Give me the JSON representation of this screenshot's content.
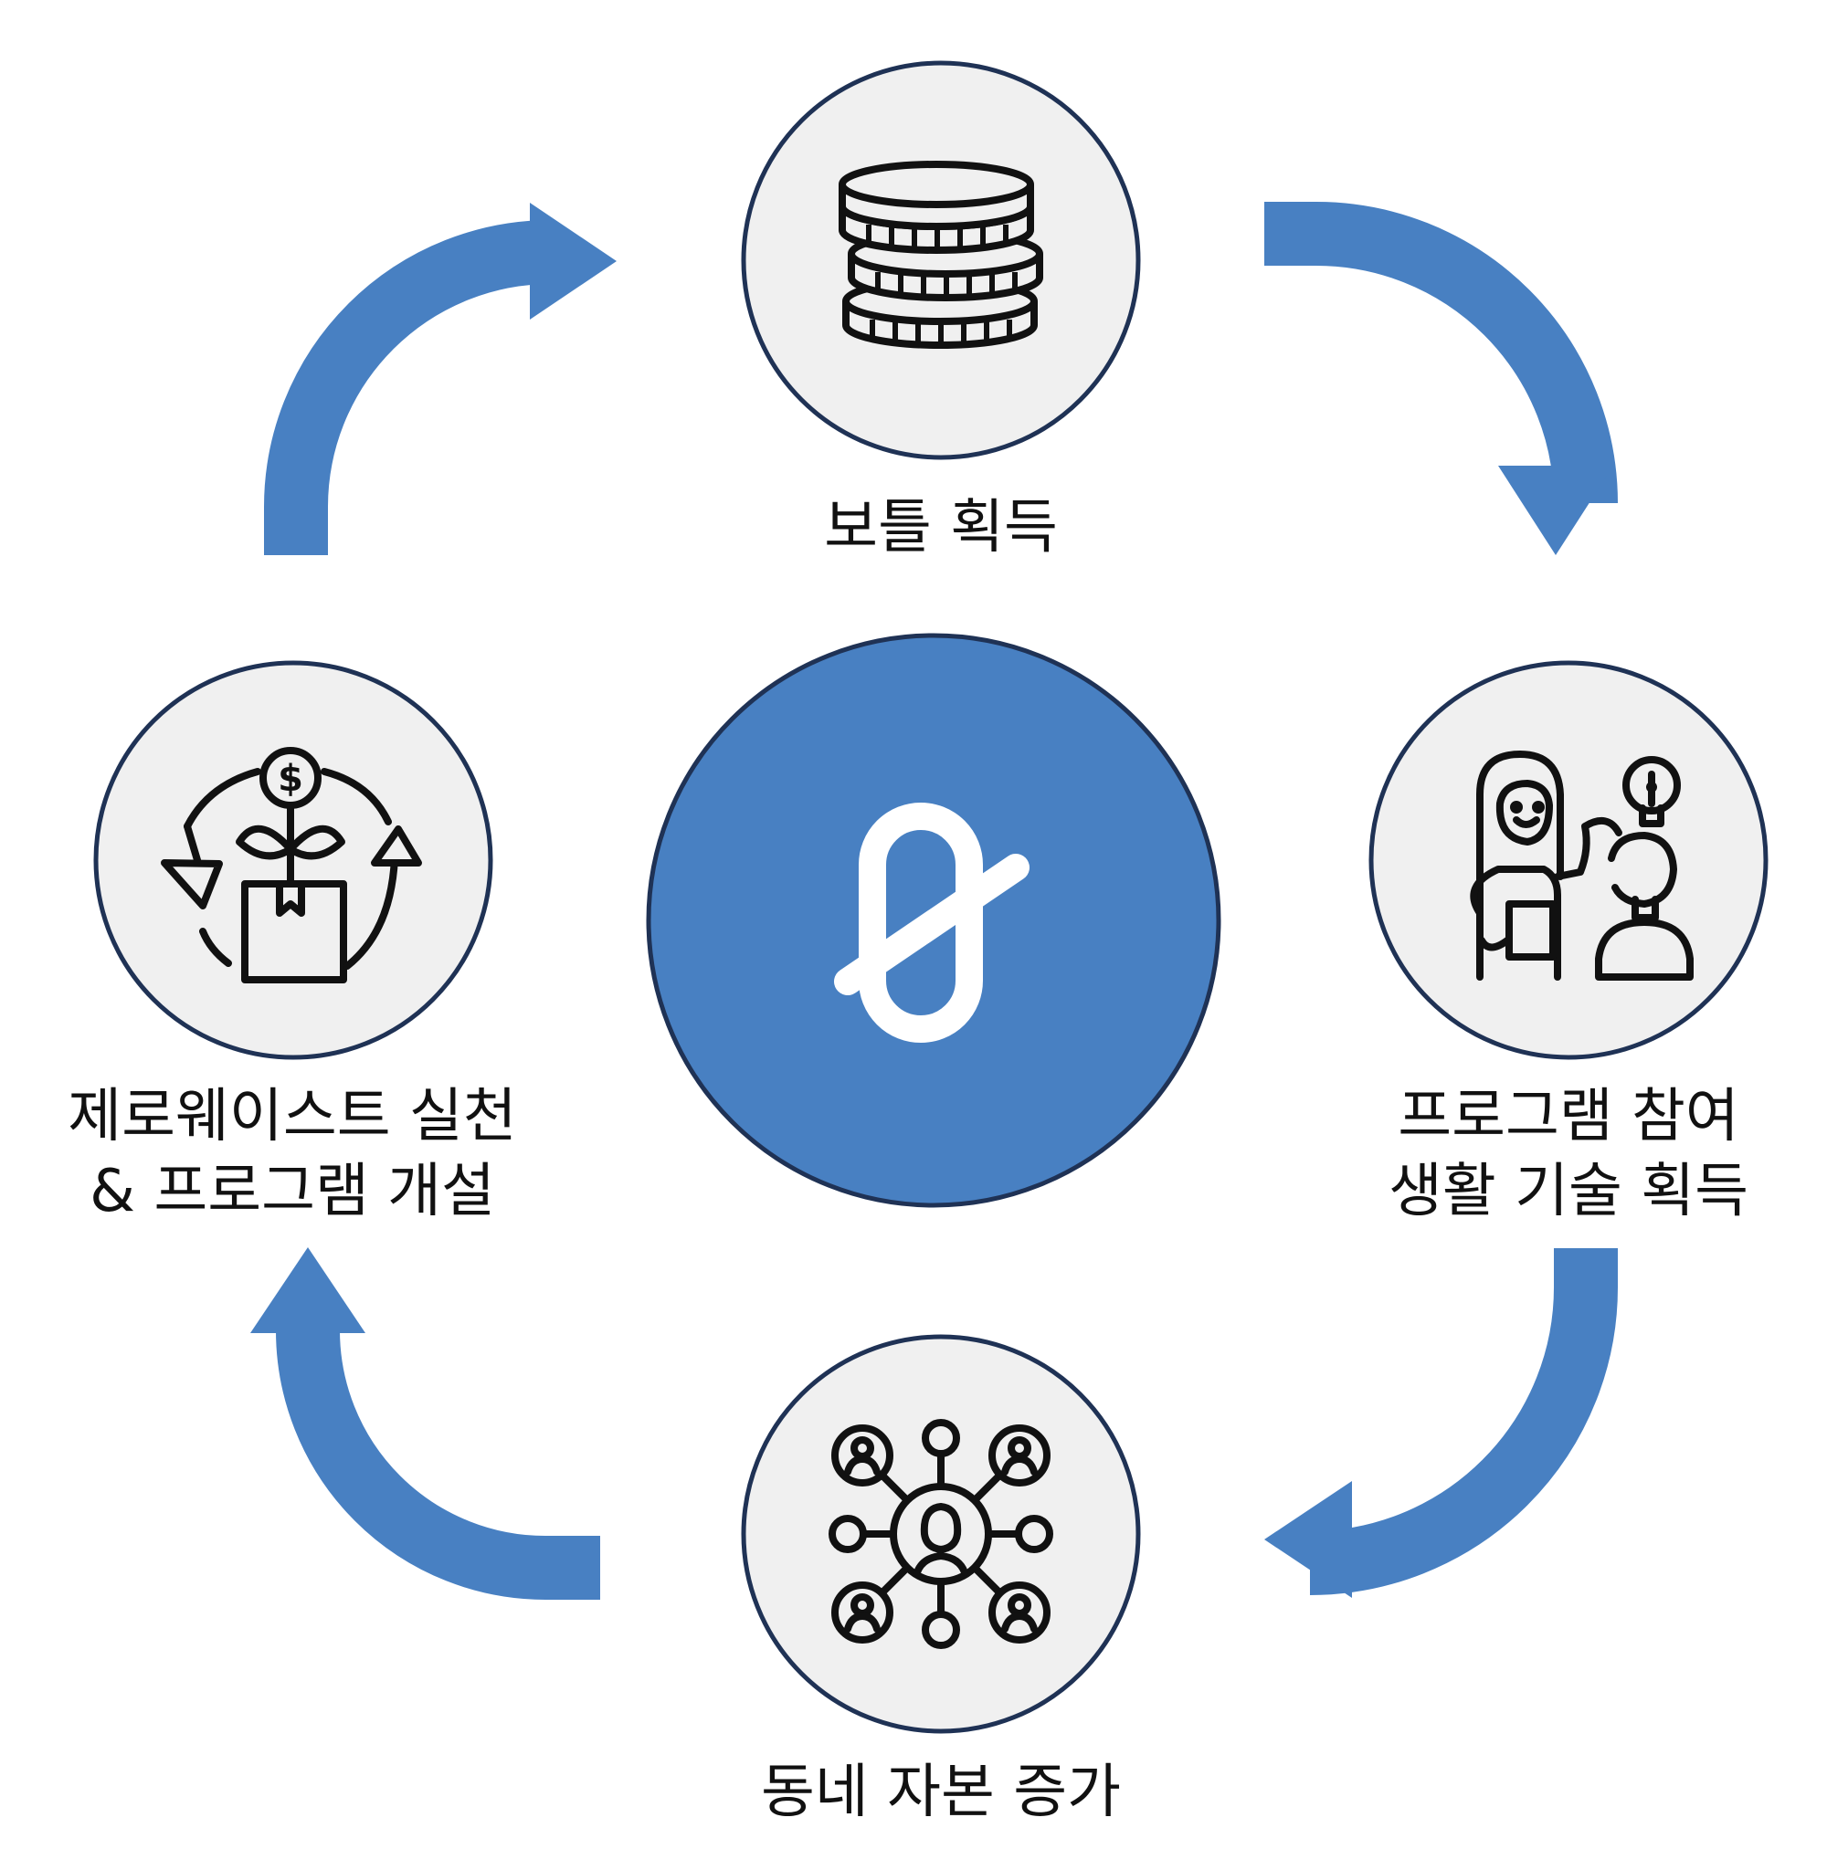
{
  "colors": {
    "accent": "#4880c2",
    "node_fill": "#f0f0f0",
    "node_stroke": "#1f3255",
    "icon": "#111111",
    "text": "#111111"
  },
  "center": {
    "icon": "zero-waste-logo-icon"
  },
  "nodes": [
    {
      "id": "top",
      "icon": "coin-stack-icon",
      "lines": [
        "보틀 획득"
      ]
    },
    {
      "id": "right",
      "icon": "teacher-student-lightbulb-icon",
      "lines": [
        "프로그램 참여",
        "생활 기술 획득"
      ]
    },
    {
      "id": "bottom",
      "icon": "community-network-icon",
      "lines": [
        "동네 자본 증가"
      ]
    },
    {
      "id": "left",
      "icon": "circular-economy-plant-box-icon",
      "lines": [
        "제로웨이스트 실천",
        "& 프로그램 개설"
      ]
    }
  ],
  "arrows": [
    {
      "from": "left",
      "to": "top"
    },
    {
      "from": "top",
      "to": "right"
    },
    {
      "from": "right",
      "to": "bottom"
    },
    {
      "from": "bottom",
      "to": "left"
    }
  ]
}
